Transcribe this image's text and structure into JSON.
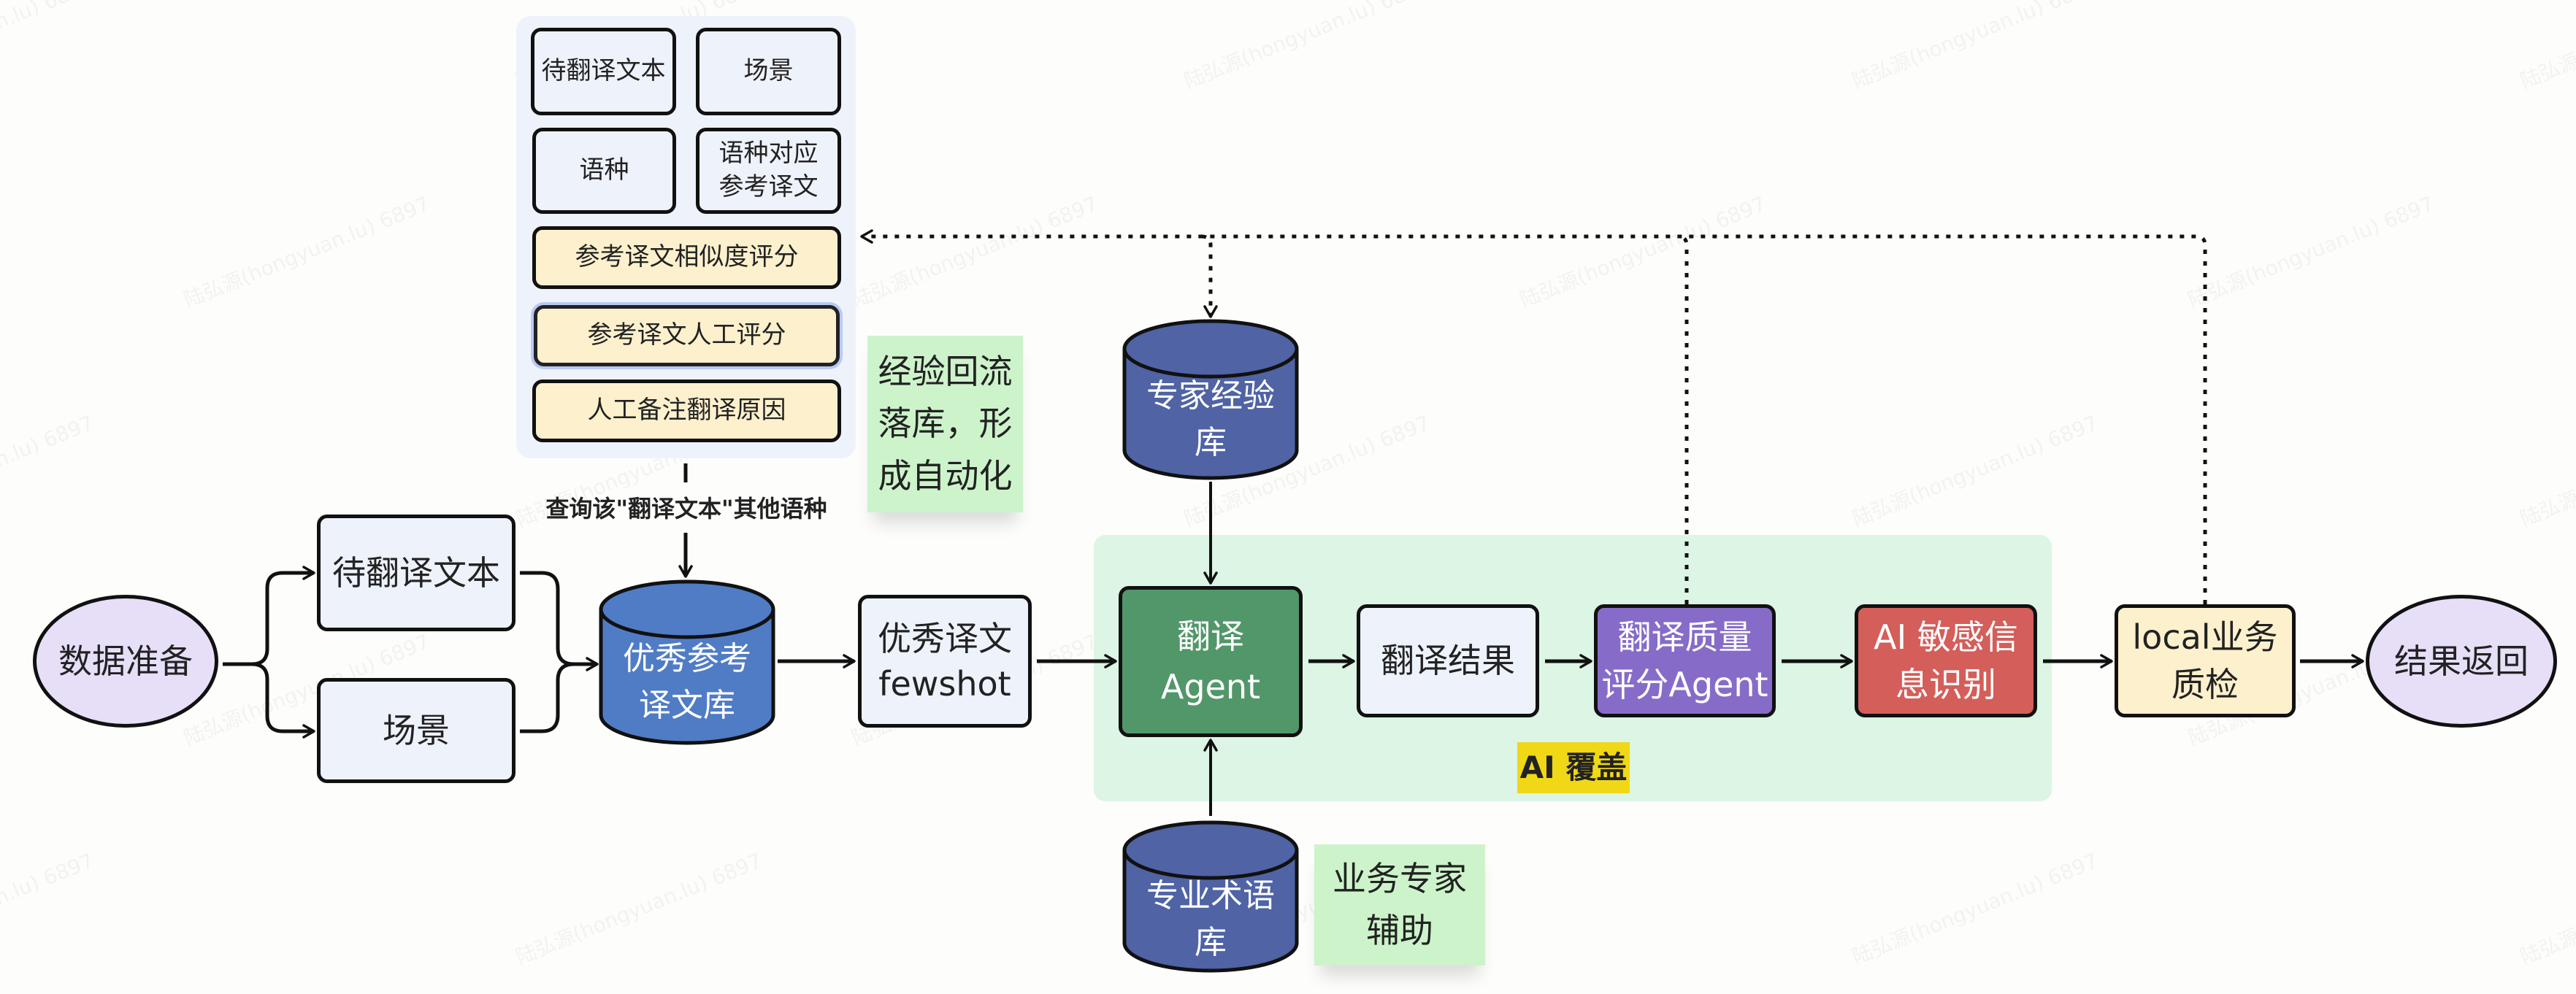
{
  "watermark": "陆弘源(hongyuan.lu) 6897",
  "colors": {
    "background": "#fdfdfb",
    "box_light": "#eef2fb",
    "box_cream": "#fdf0cd",
    "ellipse_lavender": "#e7def8",
    "cylinder_blue": "#507cc6",
    "cylinder_indigo": "#4f63a5",
    "agent_green": "#52976a",
    "quality_purple": "#866cc8",
    "sensitive_red": "#d45e5a",
    "ai_area_green": "#dcf5e4",
    "note_green": "#cdf3cb",
    "ai_label_yellow": "#f0d816",
    "panel_bg": "#eef2fb"
  },
  "reference_panel": {
    "fields": [
      "待翻译文本",
      "场景",
      "语种",
      "语种对应参考译文"
    ],
    "scores": [
      "参考译文相似度评分",
      "参考译文人工评分",
      "人工备注翻译原因"
    ]
  },
  "query_label": "查询该\"翻译文本\"其他语种",
  "experience_note": "经验回流落库，形成自动化",
  "nodes": {
    "start": "数据准备",
    "text_input": "待翻译文本",
    "scene_input": "场景",
    "reference_db": "优秀参考译文库",
    "fewshot": "优秀译文fewshot",
    "expert_db": "专家经验库",
    "translate_agent_line1": "翻译",
    "translate_agent_line2": "Agent",
    "translation_result": "翻译结果",
    "quality_agent_line1": "翻译质量",
    "quality_agent_line2": "评分Agent",
    "sensitive_line1": "AI 敏感信",
    "sensitive_line2": "息识别",
    "local_qa_line1": "local业务",
    "local_qa_line2": "质检",
    "end": "结果返回",
    "term_db": "专业术语库"
  },
  "ai_area_label": "AI 覆盖",
  "expert_note": "业务专家辅助"
}
